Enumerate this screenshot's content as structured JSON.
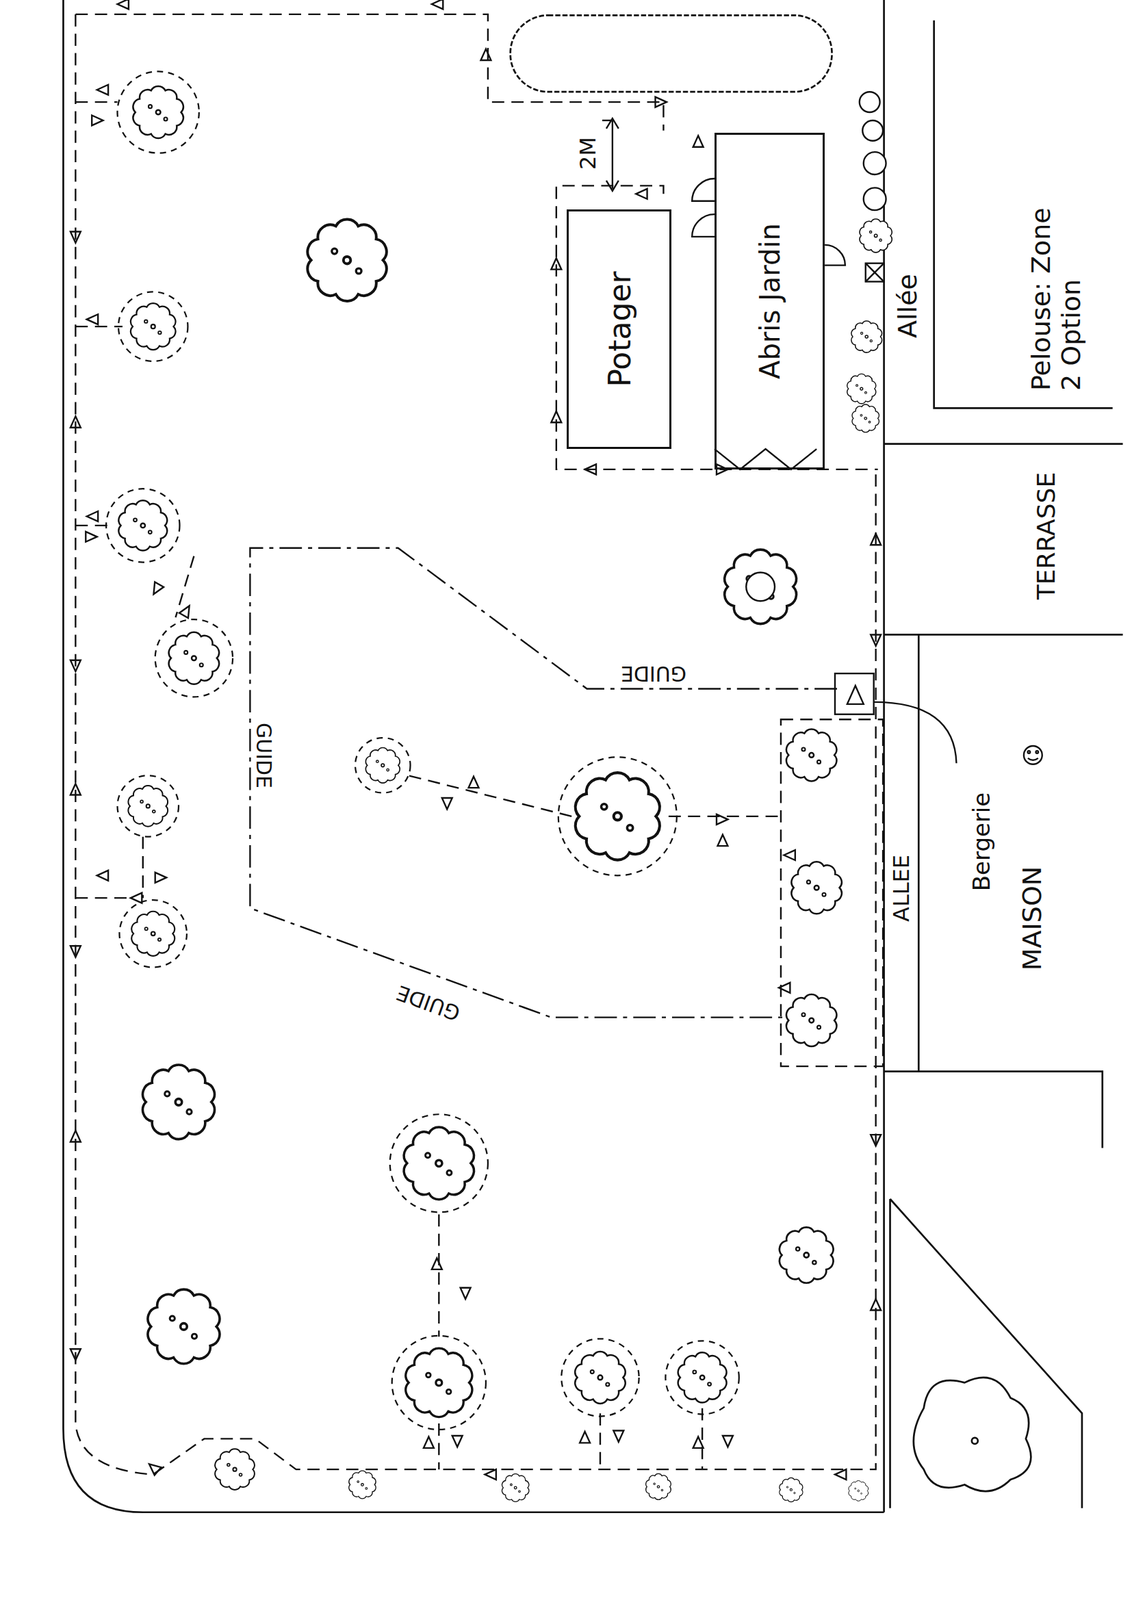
{
  "diagram": {
    "nodes": [
      {
        "text": [
          "Potager"
        ]
      },
      {
        "text": [
          "Abris Jardin"
        ]
      }
    ],
    "labels": [
      "2M",
      "Allée",
      "Pelouse: Zone 2 Option",
      "TERRASSE",
      "GUIDE",
      "GUIDE",
      "GUIDE",
      "Bergerie",
      "MAISON",
      "ALLEE"
    ]
  }
}
